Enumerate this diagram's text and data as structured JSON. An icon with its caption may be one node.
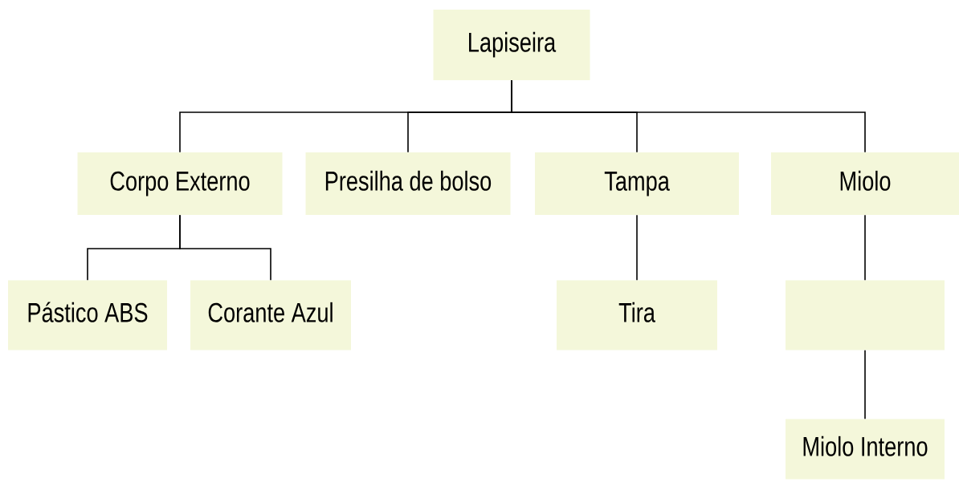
{
  "diagram": {
    "nodes": [
      {
        "text": [
          "Lapiseira"
        ]
      },
      {
        "text": [
          "Corpo Externo"
        ]
      },
      {
        "text": [
          "Presilha de bolso"
        ]
      },
      {
        "text": [
          "Tampa"
        ]
      },
      {
        "text": [
          "Miolo"
        ]
      },
      {
        "text": [
          "Pástico ABS"
        ]
      },
      {
        "text": [
          "Corante Azul"
        ]
      },
      {
        "text": [
          "Tira"
        ]
      },
      {
        "text": [],
        "shape": "box"
      },
      {
        "text": [
          "Miolo Interno"
        ]
      }
    ],
    "edges": [
      {
        "from": 0,
        "to": 1,
        "arrow": "none"
      },
      {
        "from": 0,
        "to": 2,
        "arrow": "none"
      },
      {
        "from": 0,
        "to": 3,
        "arrow": "none"
      },
      {
        "from": 0,
        "to": 4,
        "arrow": "none"
      },
      {
        "from": 1,
        "to": 5,
        "arrow": "none"
      },
      {
        "from": 1,
        "to": 6,
        "arrow": "none"
      },
      {
        "from": 3,
        "to": 7,
        "arrow": "none"
      },
      {
        "from": 4,
        "to": 8,
        "arrow": "none"
      },
      {
        "from": 8,
        "to": 9,
        "arrow": "none"
      }
    ]
  }
}
